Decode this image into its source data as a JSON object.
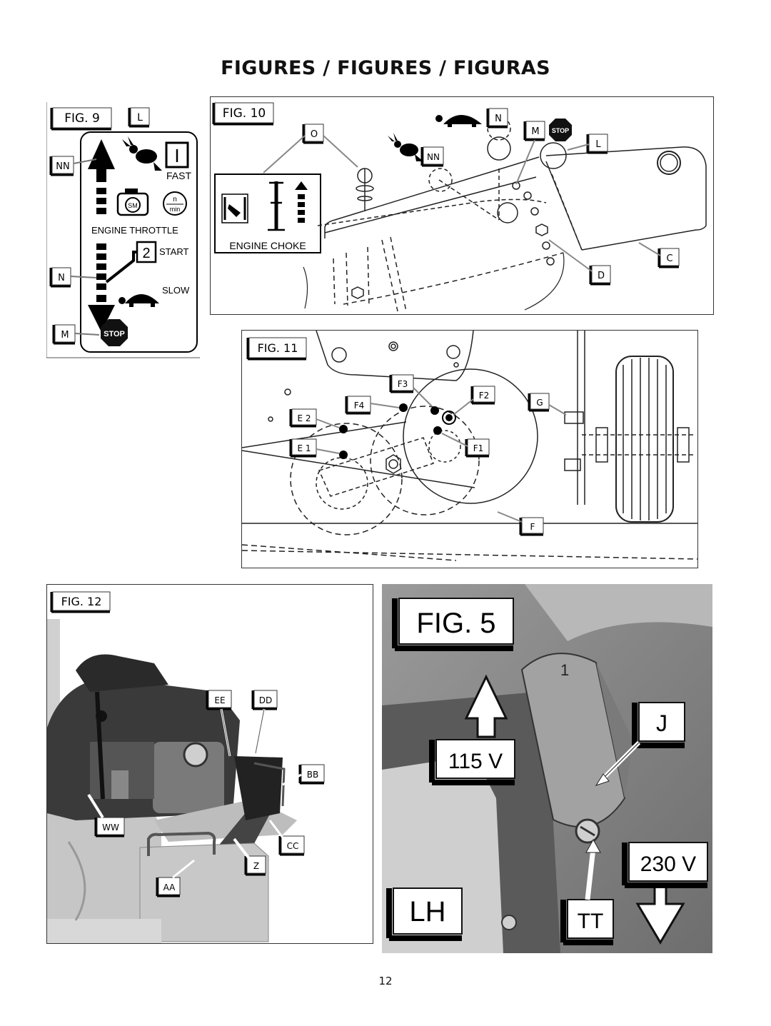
{
  "page": {
    "title": "FIGURES / FIGURES / FIGURAS",
    "number": "12"
  },
  "fig9": {
    "title": "FIG. 9",
    "callouts": {
      "l": "L",
      "nn": "NN",
      "n": "N",
      "m": "M"
    },
    "decal": {
      "fast_symbol": "I",
      "fast": "FAST",
      "engine_symbol": "SM",
      "rpm_top": "n",
      "rpm_bottom": "min",
      "engine_throttle": "ENGINE THROTTLE",
      "start_number": "2",
      "start": "START",
      "slow": "SLOW",
      "stop": "STOP"
    }
  },
  "fig10": {
    "title": "FIG. 10",
    "callouts": {
      "o": "O",
      "n": "N",
      "m": "M",
      "l": "L",
      "nn": "NN",
      "c": "C",
      "d": "D"
    },
    "stop": "STOP",
    "engine_choke": "ENGINE CHOKE"
  },
  "fig11": {
    "title": "FIG. 11",
    "callouts": {
      "f3": "F3",
      "f2": "F2",
      "f4": "F4",
      "g": "G",
      "e2": "E 2",
      "e1": "E 1",
      "f1": "F1",
      "f": "F"
    }
  },
  "fig12": {
    "title": "FIG. 12",
    "callouts": {
      "ee": "EE",
      "dd": "DD",
      "bb": "BB",
      "ww": "WW",
      "cc": "CC",
      "z": "Z",
      "aa": "AA"
    }
  },
  "fig5": {
    "title": "FIG. 5",
    "v115": "115 V",
    "j": "J",
    "v230": "230 V",
    "lh": "LH",
    "tt": "TT",
    "switch_mark": "1"
  }
}
